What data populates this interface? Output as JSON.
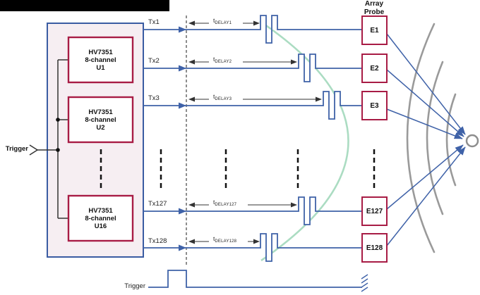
{
  "colors": {
    "line_blue": "#3f62a8",
    "box_border_blue": "#3a5ca2",
    "controller_fill": "#f6eef2",
    "chip_border_red": "#a81c45",
    "delay_curve_green": "#abdcc2",
    "wavefront_gray": "#9a9a9a",
    "annotation_black": "#333333"
  },
  "trigger_input": {
    "label": "Trigger"
  },
  "controller": {
    "units": [
      {
        "part": "HV7351",
        "channels": "8-channel",
        "designator": "U1"
      },
      {
        "part": "HV7351",
        "channels": "8-channel",
        "designator": "U2"
      },
      {
        "part": "HV7351",
        "channels": "8-channel",
        "designator": "U16"
      }
    ]
  },
  "channels": [
    {
      "tx_label": "Tx1",
      "delay_t": "t",
      "delay_sub": "DELAY1",
      "element": "E1"
    },
    {
      "tx_label": "Tx2",
      "delay_t": "t",
      "delay_sub": "DELAY2",
      "element": "E2"
    },
    {
      "tx_label": "Tx3",
      "delay_t": "t",
      "delay_sub": "DELAY3",
      "element": "E3"
    },
    {
      "tx_label": "Tx127",
      "delay_t": "t",
      "delay_sub": "DELAY127",
      "element": "E127"
    },
    {
      "tx_label": "Tx128",
      "delay_t": "t",
      "delay_sub": "DELAY128",
      "element": "E128"
    }
  ],
  "array_probe": {
    "line1": "Array",
    "line2": "Probe"
  },
  "timing": {
    "trigger_label": "Trigger"
  }
}
